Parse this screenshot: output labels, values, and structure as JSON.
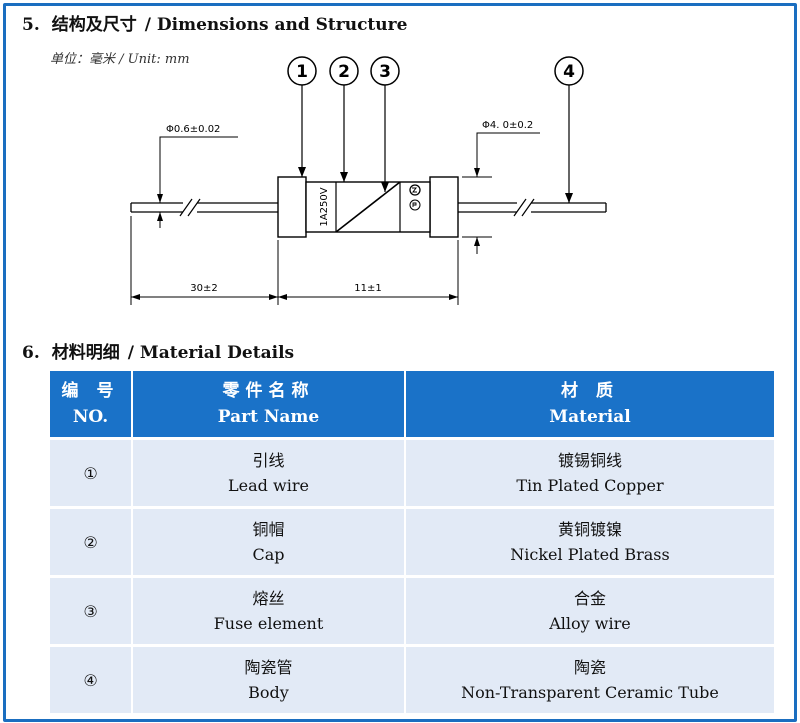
{
  "section5": {
    "number": "5.",
    "title_cn": "结构及尺寸",
    "title_en": "/ Dimensions and Structure",
    "unit": "单位：毫米 / Unit: mm"
  },
  "diagram": {
    "callouts": [
      "1",
      "2",
      "3",
      "4"
    ],
    "lead_diameter": "Φ0.6±0.02",
    "body_diameter": "Φ4. 0±0.2",
    "lead_length": "30±2",
    "body_length": "11±1",
    "rating_marking": "1A250V"
  },
  "section6": {
    "number": "6.",
    "title_cn": "材料明细",
    "title_en": "/ Material Details"
  },
  "table": {
    "headers": [
      {
        "cn": "编  号",
        "en": "NO."
      },
      {
        "cn": "零件名称",
        "en": "Part Name"
      },
      {
        "cn": "材    质",
        "en": "Material"
      }
    ],
    "rows": [
      {
        "no": "①",
        "part_cn": "引线",
        "part_en": "Lead wire",
        "mat_cn": "镀锡铜线",
        "mat_en": "Tin Plated Copper"
      },
      {
        "no": "②",
        "part_cn": "铜帽",
        "part_en": "Cap",
        "mat_cn": "黄铜镀镍",
        "mat_en": "Nickel Plated Brass"
      },
      {
        "no": "③",
        "part_cn": "熔丝",
        "part_en": "Fuse element",
        "mat_cn": "合金",
        "mat_en": "Alloy wire"
      },
      {
        "no": "④",
        "part_cn": "陶瓷管",
        "part_en": "Body",
        "mat_cn": "陶瓷",
        "mat_en": "Non-Transparent Ceramic Tube"
      }
    ]
  },
  "colors": {
    "frame": "#1a6ec0",
    "header_bg": "#1a72c8",
    "row_bg": "#e2eaf6"
  }
}
